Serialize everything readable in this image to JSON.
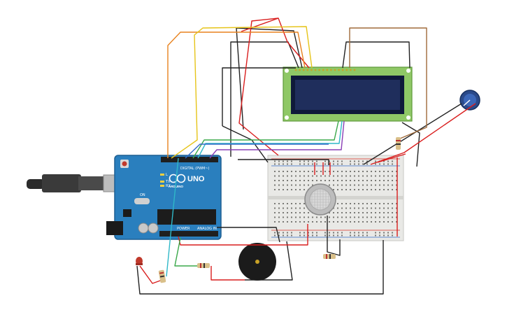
{
  "arduino": {
    "model_label": "UNO",
    "brand_label": "ARDUINO",
    "digital_label": "DIGITAL (PWM~)",
    "power_label": "POWER",
    "analog_label": "ANALOG IN",
    "tx_label": "TX",
    "rx_label": "RX",
    "l_label": "L",
    "on_label": "ON"
  },
  "colors": {
    "board": "#2a7fbe",
    "breadboard": "#e9e9e6",
    "lcd_pcb": "#8fc866",
    "lcd_screen": "#1f2e5c",
    "wire_red": "#d91e1e",
    "wire_black": "#222222",
    "wire_orange": "#e8821e",
    "wire_yellow": "#e6c419",
    "wire_green": "#3aa84a",
    "wire_cyan": "#2fb8c8",
    "wire_purple": "#8a3fb6",
    "wire_brown": "#a06a3a",
    "wire_blue": "#3169c9"
  }
}
